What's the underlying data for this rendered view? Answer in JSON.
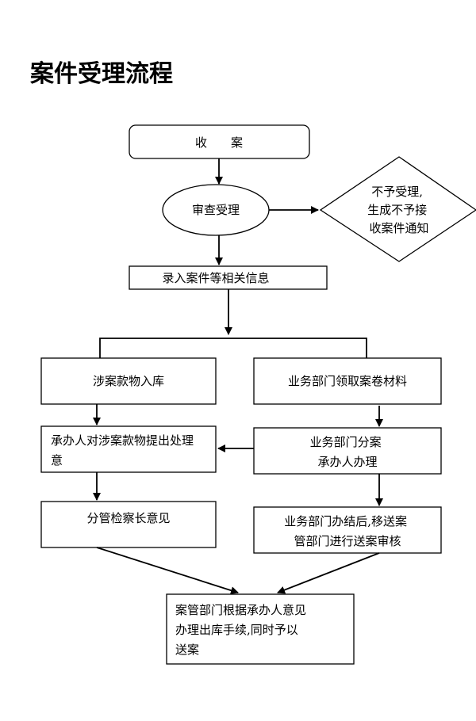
{
  "title": "案件受理流程",
  "nodes": {
    "receive": "收　　案",
    "review": "审查受理",
    "reject": [
      "不予受理,",
      "生成不予接",
      "收案件通知"
    ],
    "record": "录入案件等相关信息",
    "storage": "涉案款物入库",
    "fetch": "业务部门领取案卷材料",
    "handler_opinion": [
      "承办人对涉案款物提出处理",
      "意"
    ],
    "assign": [
      "业务部门分案",
      "承办人办理"
    ],
    "chief_opinion": "分管检察长意见",
    "transfer": [
      "业务部门办结后,移送案",
      "管部门进行送案审核"
    ],
    "final": [
      "案管部门根据承办人意见",
      "办理出库手续,同时予以",
      "送案"
    ]
  }
}
